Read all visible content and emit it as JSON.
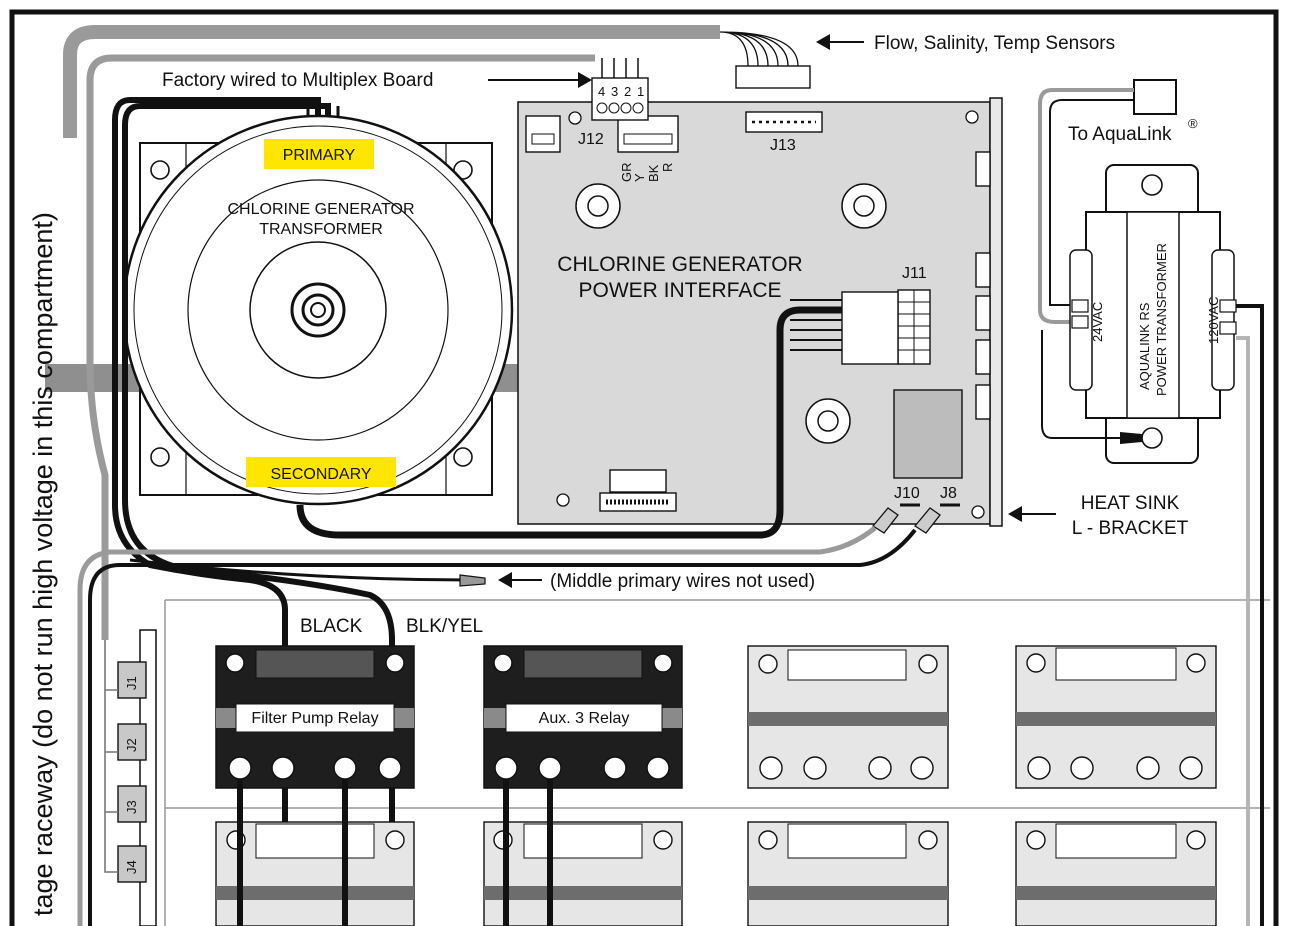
{
  "colors": {
    "label_highlight": "#ffe600",
    "board_fill": "#d9d9d9",
    "wire_black": "#111111",
    "wire_gray": "#9a9a9a",
    "relay_dark": "#1e1e1e",
    "relay_light": "#e6e6e6"
  },
  "labels": {
    "sensors": "Flow, Salinity, Temp Sensors",
    "factory_wired": "Factory wired to Multiplex Board",
    "to_aqualink": "To AquaLink",
    "registered_mark": "®",
    "primary": "PRIMARY",
    "secondary": "SECONDARY",
    "transformer_line1": "CHLORINE GENERATOR",
    "transformer_line2": "TRANSFORMER",
    "interface_line1": "CHLORINE GENERATOR",
    "interface_line2": "POWER INTERFACE",
    "heat_sink_line1": "HEAT SINK",
    "heat_sink_line2": "L - BRACKET",
    "middle_wires": "(Middle primary wires not used)",
    "black_wire": "BLACK",
    "blk_yel_wire": "BLK/YEL",
    "raceway": "tage raceway (do not run high voltage in this compartment)",
    "aqualink_rs_line1": "AQUALINK RS",
    "aqualink_rs_line2": "POWER TRANSFORMER",
    "vac24": "24VAC",
    "vac120": "120VAC"
  },
  "connectors": {
    "j12": "J12",
    "j13": "J13",
    "j11": "J11",
    "j10": "J10",
    "j8": "J8",
    "pins": [
      "4",
      "3",
      "2",
      "1"
    ],
    "wire_colors": [
      "GR",
      "Y",
      "BK",
      "R"
    ]
  },
  "relays": {
    "filter_pump": "Filter Pump Relay",
    "aux3": "Aux. 3 Relay"
  },
  "jumpers": [
    "J1",
    "J2",
    "J3",
    "J4"
  ]
}
